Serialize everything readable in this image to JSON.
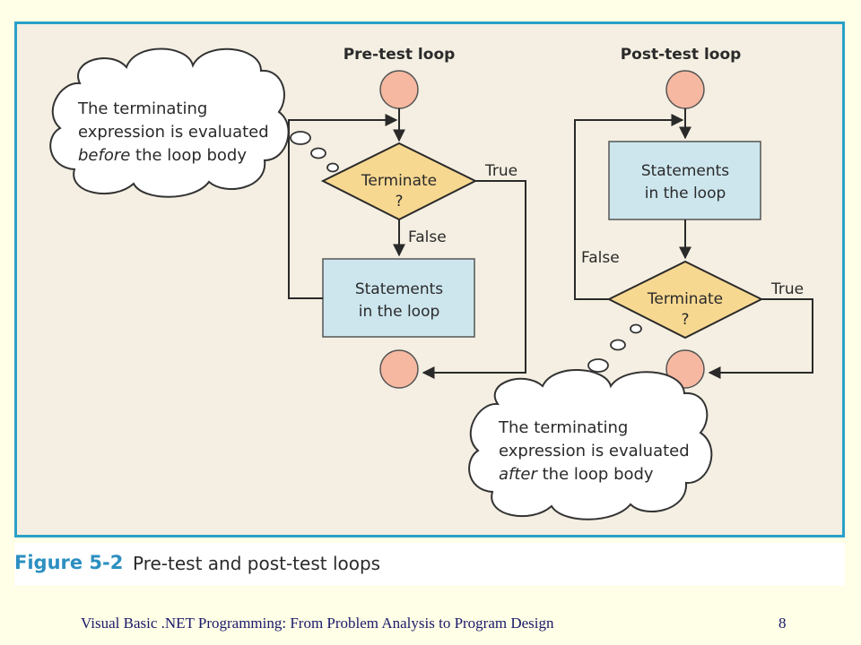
{
  "pretest": {
    "title": "Pre-test loop",
    "decision_line1": "Terminate",
    "decision_line2": "?",
    "true_label": "True",
    "false_label": "False",
    "box_line1": "Statements",
    "box_line2": "in the loop"
  },
  "posttest": {
    "title": "Post-test loop",
    "box_line1": "Statements",
    "box_line2": "in the loop",
    "decision_line1": "Terminate",
    "decision_line2": "?",
    "true_label": "True",
    "false_label": "False"
  },
  "bubble_before": {
    "line1": "The terminating",
    "line2": "expression is evaluated",
    "line3_em": "before",
    "line3_rest": " the loop body"
  },
  "bubble_after": {
    "line1": "The terminating",
    "line2": "expression is evaluated",
    "line3_em": "after",
    "line3_rest": " the loop body"
  },
  "caption": {
    "number": "Figure 5-2",
    "text": "Pre-test and post-test loops"
  },
  "footer": {
    "text": "Visual Basic .NET Programming: From Problem Analysis to Program Design",
    "page": "8"
  },
  "colors": {
    "terminal_fill": "#f6b8a0",
    "decision_fill": "#f7d891",
    "box_fill": "#cde6ee",
    "panel_border": "#2aa0c8"
  }
}
